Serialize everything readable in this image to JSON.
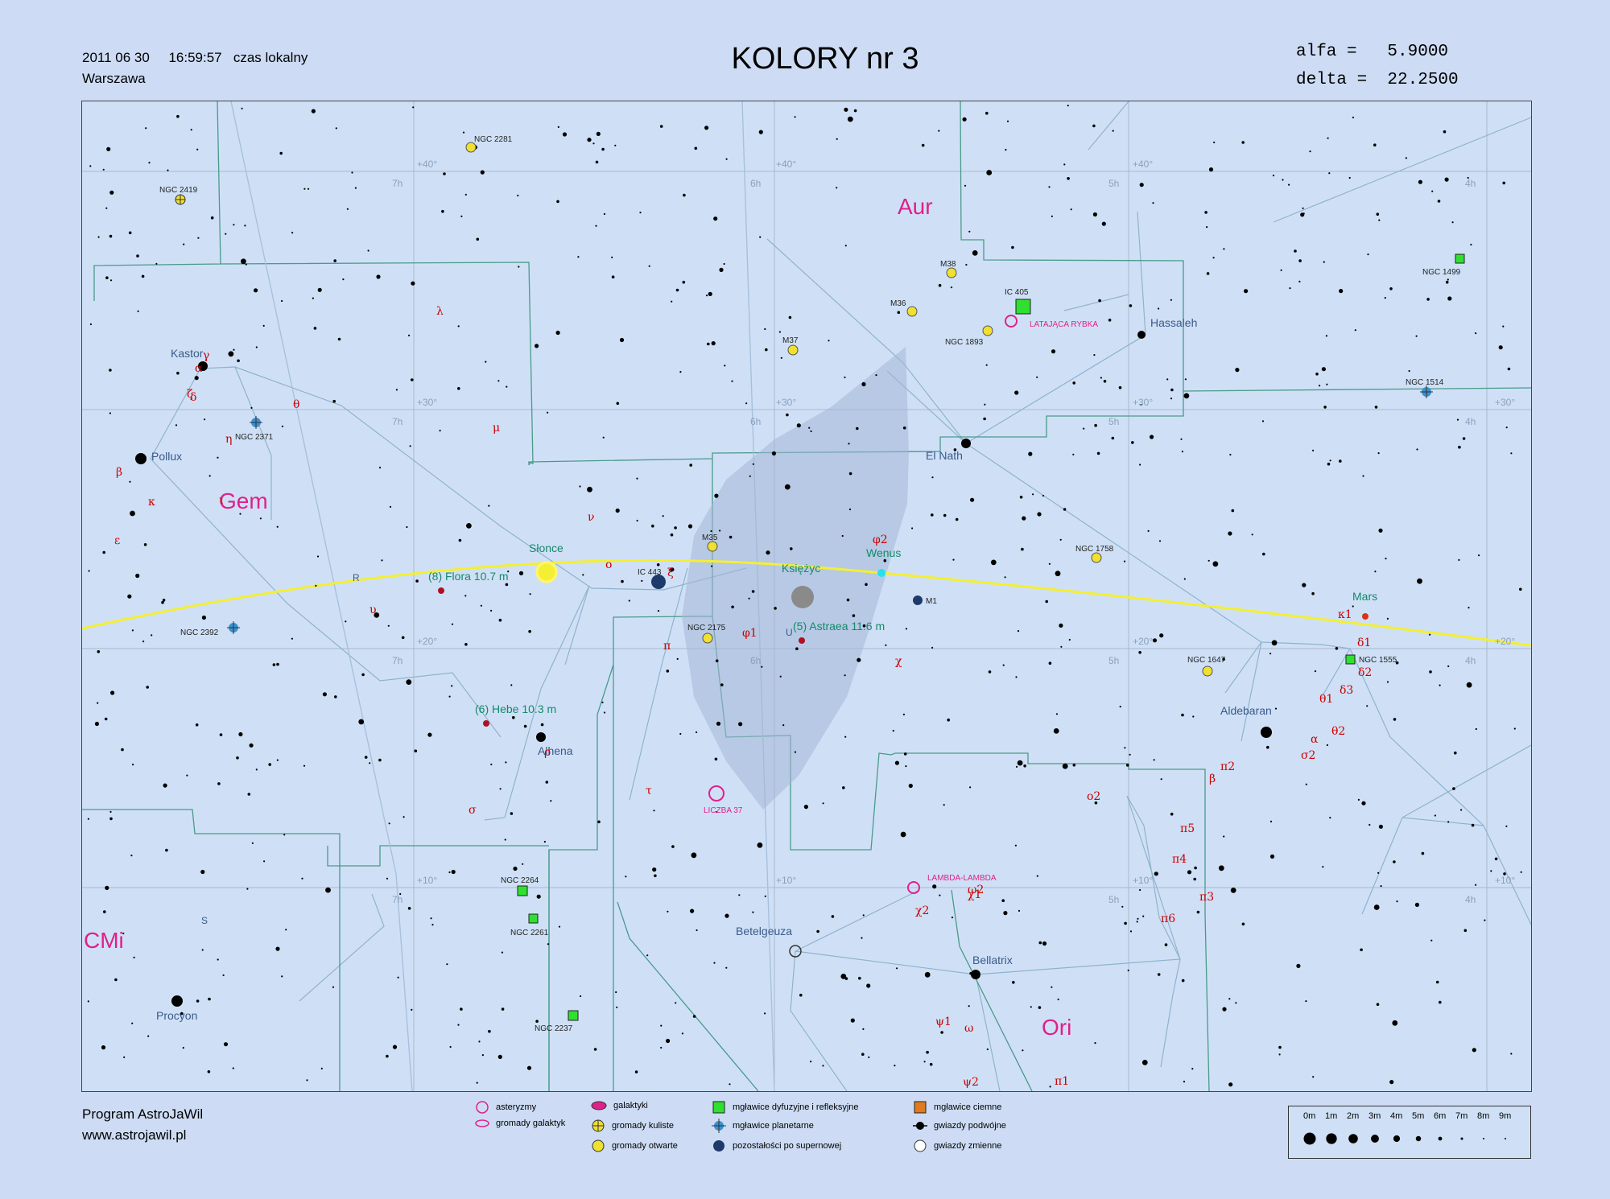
{
  "header": {
    "date": "2011 06 30",
    "time": "16:59:57",
    "time_note": "czas lokalny",
    "place": "Warszawa",
    "title": "KOLORY nr 3",
    "alfa_line": "alfa =   5.9000",
    "delta_line": "delta =  22.2500"
  },
  "colors": {
    "ecliptic": "#f4ef33",
    "constellation_border": "#4a9a8a",
    "grid": "#a8b8cc",
    "greek": "#cc0000",
    "constellation_name": "#e0208a",
    "planet_label": "#138a6a",
    "star_label": "#3a5a8a"
  },
  "grid_labels": {
    "dec": [
      "+40°",
      "+30°",
      "+20°",
      "+10°"
    ],
    "ra": [
      "7h",
      "6h",
      "5h",
      "4h"
    ]
  },
  "constellations": [
    "Aur",
    "Gem",
    "CMi",
    "Ori"
  ],
  "named_stars": [
    "Kastor",
    "Pollux",
    "Alhena",
    "Procyon",
    "Betelgeuza",
    "Bellatrix",
    "El Nath",
    "Hassaleh",
    "Aldebaran"
  ],
  "planets": [
    "Słonce",
    "Księżyc",
    "Wenus",
    "Mars"
  ],
  "asteroids": [
    "(8) Flora 10.7 m",
    "(5) Astraea 11.6 m",
    "(6) Hebe 10.3 m"
  ],
  "asterisms": [
    "LATAJĄCA RYBKA",
    "LICZBA 37",
    "LAMBDA-LAMBDA"
  ],
  "deep_sky": [
    "NGC 2281",
    "NGC 2419",
    "M38",
    "IC  405",
    "M36",
    "NGC 1893",
    "M37",
    "NGC 2371",
    "NGC 1499",
    "NGC 1514",
    "M35",
    "IC 443",
    "NGC 1758",
    "M1",
    "NGC 2392",
    "NGC 2175",
    "NGC 1647",
    "NGC 1555",
    "NGC 2264",
    "NGC 2261",
    "NGC 2237"
  ],
  "variable_labels": [
    "R",
    "U",
    "S"
  ],
  "greek_labels": [
    "α",
    "β",
    "γ",
    "δ",
    "ε",
    "ζ",
    "η",
    "θ",
    "ι",
    "κ",
    "λ",
    "μ",
    "ν",
    "ξ",
    "ο",
    "π",
    "ρ",
    "σ",
    "τ",
    "υ",
    "φ1",
    "φ2",
    "χ",
    "χ1",
    "χ2",
    "ψ1",
    "ψ2",
    "ω",
    "ω2",
    "ο2",
    "π1",
    "π2",
    "π3",
    "π4",
    "π5",
    "π6",
    "κ1",
    "δ1",
    "δ2",
    "δ3",
    "θ1",
    "θ2",
    "σ2"
  ],
  "footer": {
    "program": "Program AstroJaWil",
    "url": "www.astrojawil.pl"
  },
  "legend": [
    {
      "label": "asteryzmy",
      "icon": "pink-ring-icon"
    },
    {
      "label": "gromady galaktyk",
      "icon": "pink-ellipse-icon"
    },
    {
      "label": "galaktyki",
      "icon": "pink-galaxy-icon"
    },
    {
      "label": "gromady kuliste",
      "icon": "globular-cluster-icon"
    },
    {
      "label": "gromady otwarte",
      "icon": "open-cluster-icon"
    },
    {
      "label": "mgławice dyfuzyjne i refleksyjne",
      "icon": "green-square-icon"
    },
    {
      "label": "mgławice planetarne",
      "icon": "planetary-nebula-icon"
    },
    {
      "label": "pozostałości po supernowej",
      "icon": "supernova-remnant-icon"
    },
    {
      "label": "mgławice ciemne",
      "icon": "orange-square-icon"
    },
    {
      "label": "gwiazdy podwójne",
      "icon": "double-star-icon"
    },
    {
      "label": "gwiazdy zmienne",
      "icon": "variable-star-icon"
    }
  ],
  "magnitudes": [
    "0m",
    "1m",
    "2m",
    "3m",
    "4m",
    "5m",
    "6m",
    "7m",
    "8m",
    "9m"
  ]
}
